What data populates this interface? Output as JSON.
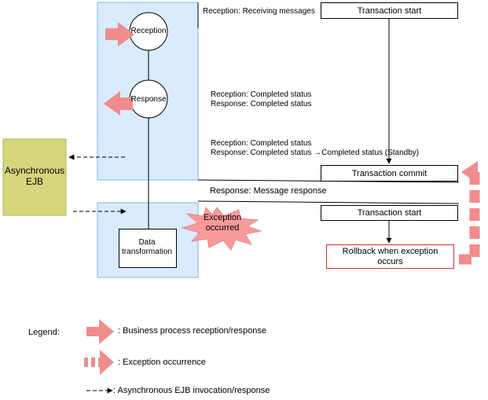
{
  "nodes": {
    "reception": "Reception",
    "response": "Response",
    "async_ejb": "Asynchronous EJB",
    "data_transformation": "Data transformation",
    "exception": "Exception occurred"
  },
  "status_notes": {
    "receiving": "Reception: Receiving messages",
    "completed_1_reception": "Reception: Completed status",
    "completed_1_response": "Response: Completed status",
    "completed_2_reception": "Reception: Completed status",
    "completed_2_response": "Response: Completed status →Completed status (Standby)",
    "message_response": "Response: Message response"
  },
  "transactions": {
    "start_1": "Transaction start",
    "commit": "Transaction commit",
    "start_2": "Transaction start",
    "rollback": "Rollback when exception occurs"
  },
  "legend": {
    "title": "Legend:",
    "business": ": Business process reception/response",
    "exception": ": Exception occurrence",
    "async": ": Asynchronous EJB invocation/response"
  },
  "colors": {
    "panel_fill": "#d9ebfd",
    "panel_border": "#84b4e8",
    "ejb_fill": "#d6d77b",
    "ejb_border": "#b3b356",
    "arrow_pink": "#f28b8b",
    "rollback_border": "#e0262c"
  }
}
